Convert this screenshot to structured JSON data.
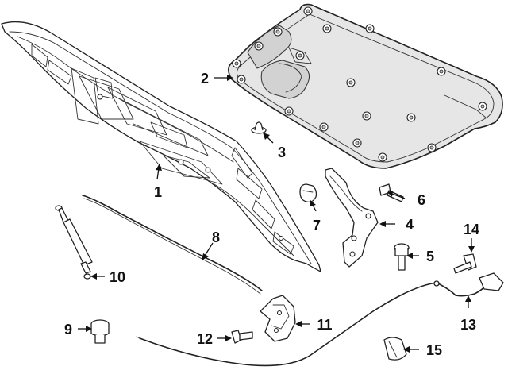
{
  "diagram": {
    "callouts": [
      {
        "id": "1",
        "label": "1",
        "part": "hood"
      },
      {
        "id": "2",
        "label": "2",
        "part": "hood-insulator"
      },
      {
        "id": "3",
        "label": "3",
        "part": "insulator-retainer"
      },
      {
        "id": "4",
        "label": "4",
        "part": "hood-hinge"
      },
      {
        "id": "5",
        "label": "5",
        "part": "hinge-bolt"
      },
      {
        "id": "6",
        "label": "6",
        "part": "hinge-bolt"
      },
      {
        "id": "7",
        "label": "7",
        "part": "clip"
      },
      {
        "id": "8",
        "label": "8",
        "part": "weatherstrip"
      },
      {
        "id": "9",
        "label": "9",
        "part": "bumper"
      },
      {
        "id": "10",
        "label": "10",
        "part": "support-strut"
      },
      {
        "id": "11",
        "label": "11",
        "part": "hood-latch"
      },
      {
        "id": "12",
        "label": "12",
        "part": "latch-bolt"
      },
      {
        "id": "13",
        "label": "13",
        "part": "release-cable"
      },
      {
        "id": "14",
        "label": "14",
        "part": "bolt"
      },
      {
        "id": "15",
        "label": "15",
        "part": "grommet"
      }
    ],
    "colors": {
      "ink": "#222222",
      "insulator-fill": "#e6e6e6",
      "background": "#ffffff"
    }
  }
}
